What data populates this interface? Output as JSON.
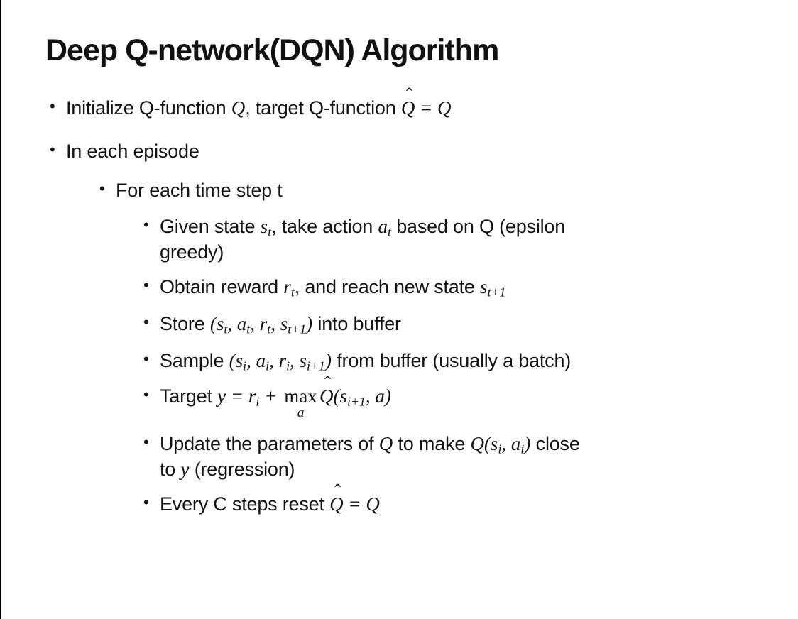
{
  "colors": {
    "background": "#ffffff",
    "text": "#141414",
    "border": "#000000"
  },
  "bullet_char": "•",
  "hat_char": "ˆ",
  "title": "Deep Q-network(DQN) Algorithm",
  "items": {
    "init": {
      "t1": "Initialize Q-function ",
      "v1": "Q",
      "t2": ", target Q-function ",
      "hat": "Q",
      "v2": " = Q"
    },
    "episode": {
      "t1": "In each episode"
    },
    "timestep": {
      "t1": "For each time step t"
    },
    "given": {
      "t1": "Given state ",
      "v1": "s",
      "s1": "t",
      "t2": ", take action ",
      "v2": "a",
      "s2": "t",
      "t3": " based on Q (epsilon",
      "line2": "greedy)"
    },
    "obtain": {
      "t1": "Obtain reward ",
      "v1": "r",
      "s1": "t",
      "t2": ", and reach new state ",
      "v2": "s",
      "s2": "t+1"
    },
    "store": {
      "t1": "Store ",
      "v1": "(s",
      "s1": "t",
      "v2": ", a",
      "s2": "t",
      "v3": ", r",
      "s3": "t",
      "v4": ", s",
      "s4": "t+1",
      "v5": ")",
      "t2": " into buffer"
    },
    "sample": {
      "t1": "Sample ",
      "v1": "(s",
      "s1": "i",
      "v2": ", a",
      "s2": "i",
      "v3": ", r",
      "s3": "i",
      "v4": ", s",
      "s4": "i+1",
      "v5": ")",
      "t2": " from buffer (usually a batch)"
    },
    "target": {
      "t1": "Target ",
      "v1": "y = r",
      "s1": "i",
      "v2": " + ",
      "max": "max",
      "under": "a",
      "hat": "Q",
      "v3": "(s",
      "s3": "i+1",
      "v4": ", a)"
    },
    "update": {
      "t1": "Update the parameters of ",
      "v1": "Q",
      "t2": " to make ",
      "v2": "Q(s",
      "s2": "i",
      "v3": ", a",
      "s3": "i",
      "v4": ")",
      "t5": " close",
      "l2t1": "to ",
      "l2v1": "y",
      "l2t2": " (regression)"
    },
    "reset": {
      "t1": "Every C steps reset ",
      "hat": "Q",
      "v1": " = Q"
    }
  }
}
